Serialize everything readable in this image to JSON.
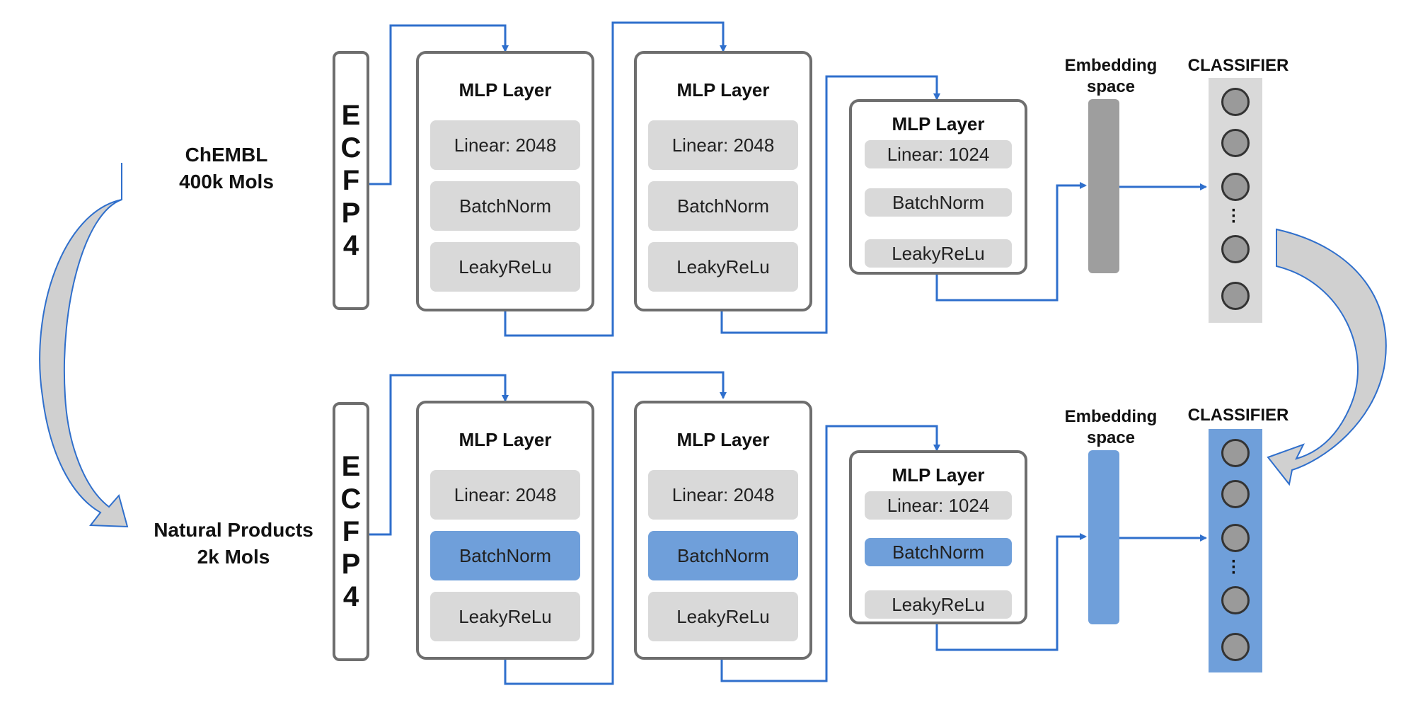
{
  "ecfp_label": [
    "E",
    "C",
    "F",
    "P",
    "4"
  ],
  "mlp_title": "MLP Layer",
  "embedding_label": [
    "Embedding",
    "space"
  ],
  "classifier_label": "CLASSIFIER",
  "colors": {
    "frame": "#6e6e6e",
    "arrow": "#2f6fcc",
    "gray_block": "#d9d9d9",
    "highlight": "#6f9fda",
    "gray_embed": "#9e9e9e"
  },
  "top": {
    "dataset": [
      "ChEMBL",
      "400k Mols"
    ],
    "mlp1": {
      "linear": "Linear: 2048",
      "norm": "BatchNorm",
      "act": "LeakyReLu"
    },
    "mlp2": {
      "linear": "Linear: 2048",
      "norm": "BatchNorm",
      "act": "LeakyReLu"
    },
    "mlp3": {
      "linear": "Linear: 1024",
      "norm": "BatchNorm",
      "act": "LeakyReLu"
    }
  },
  "bottom": {
    "dataset": [
      "Natural Products",
      "2k Mols"
    ],
    "mlp1": {
      "linear": "Linear: 2048",
      "norm": "BatchNorm",
      "act": "LeakyReLu"
    },
    "mlp2": {
      "linear": "Linear: 2048",
      "norm": "BatchNorm",
      "act": "LeakyReLu"
    },
    "mlp3": {
      "linear": "Linear: 1024",
      "norm": "BatchNorm",
      "act": "LeakyReLu"
    }
  }
}
